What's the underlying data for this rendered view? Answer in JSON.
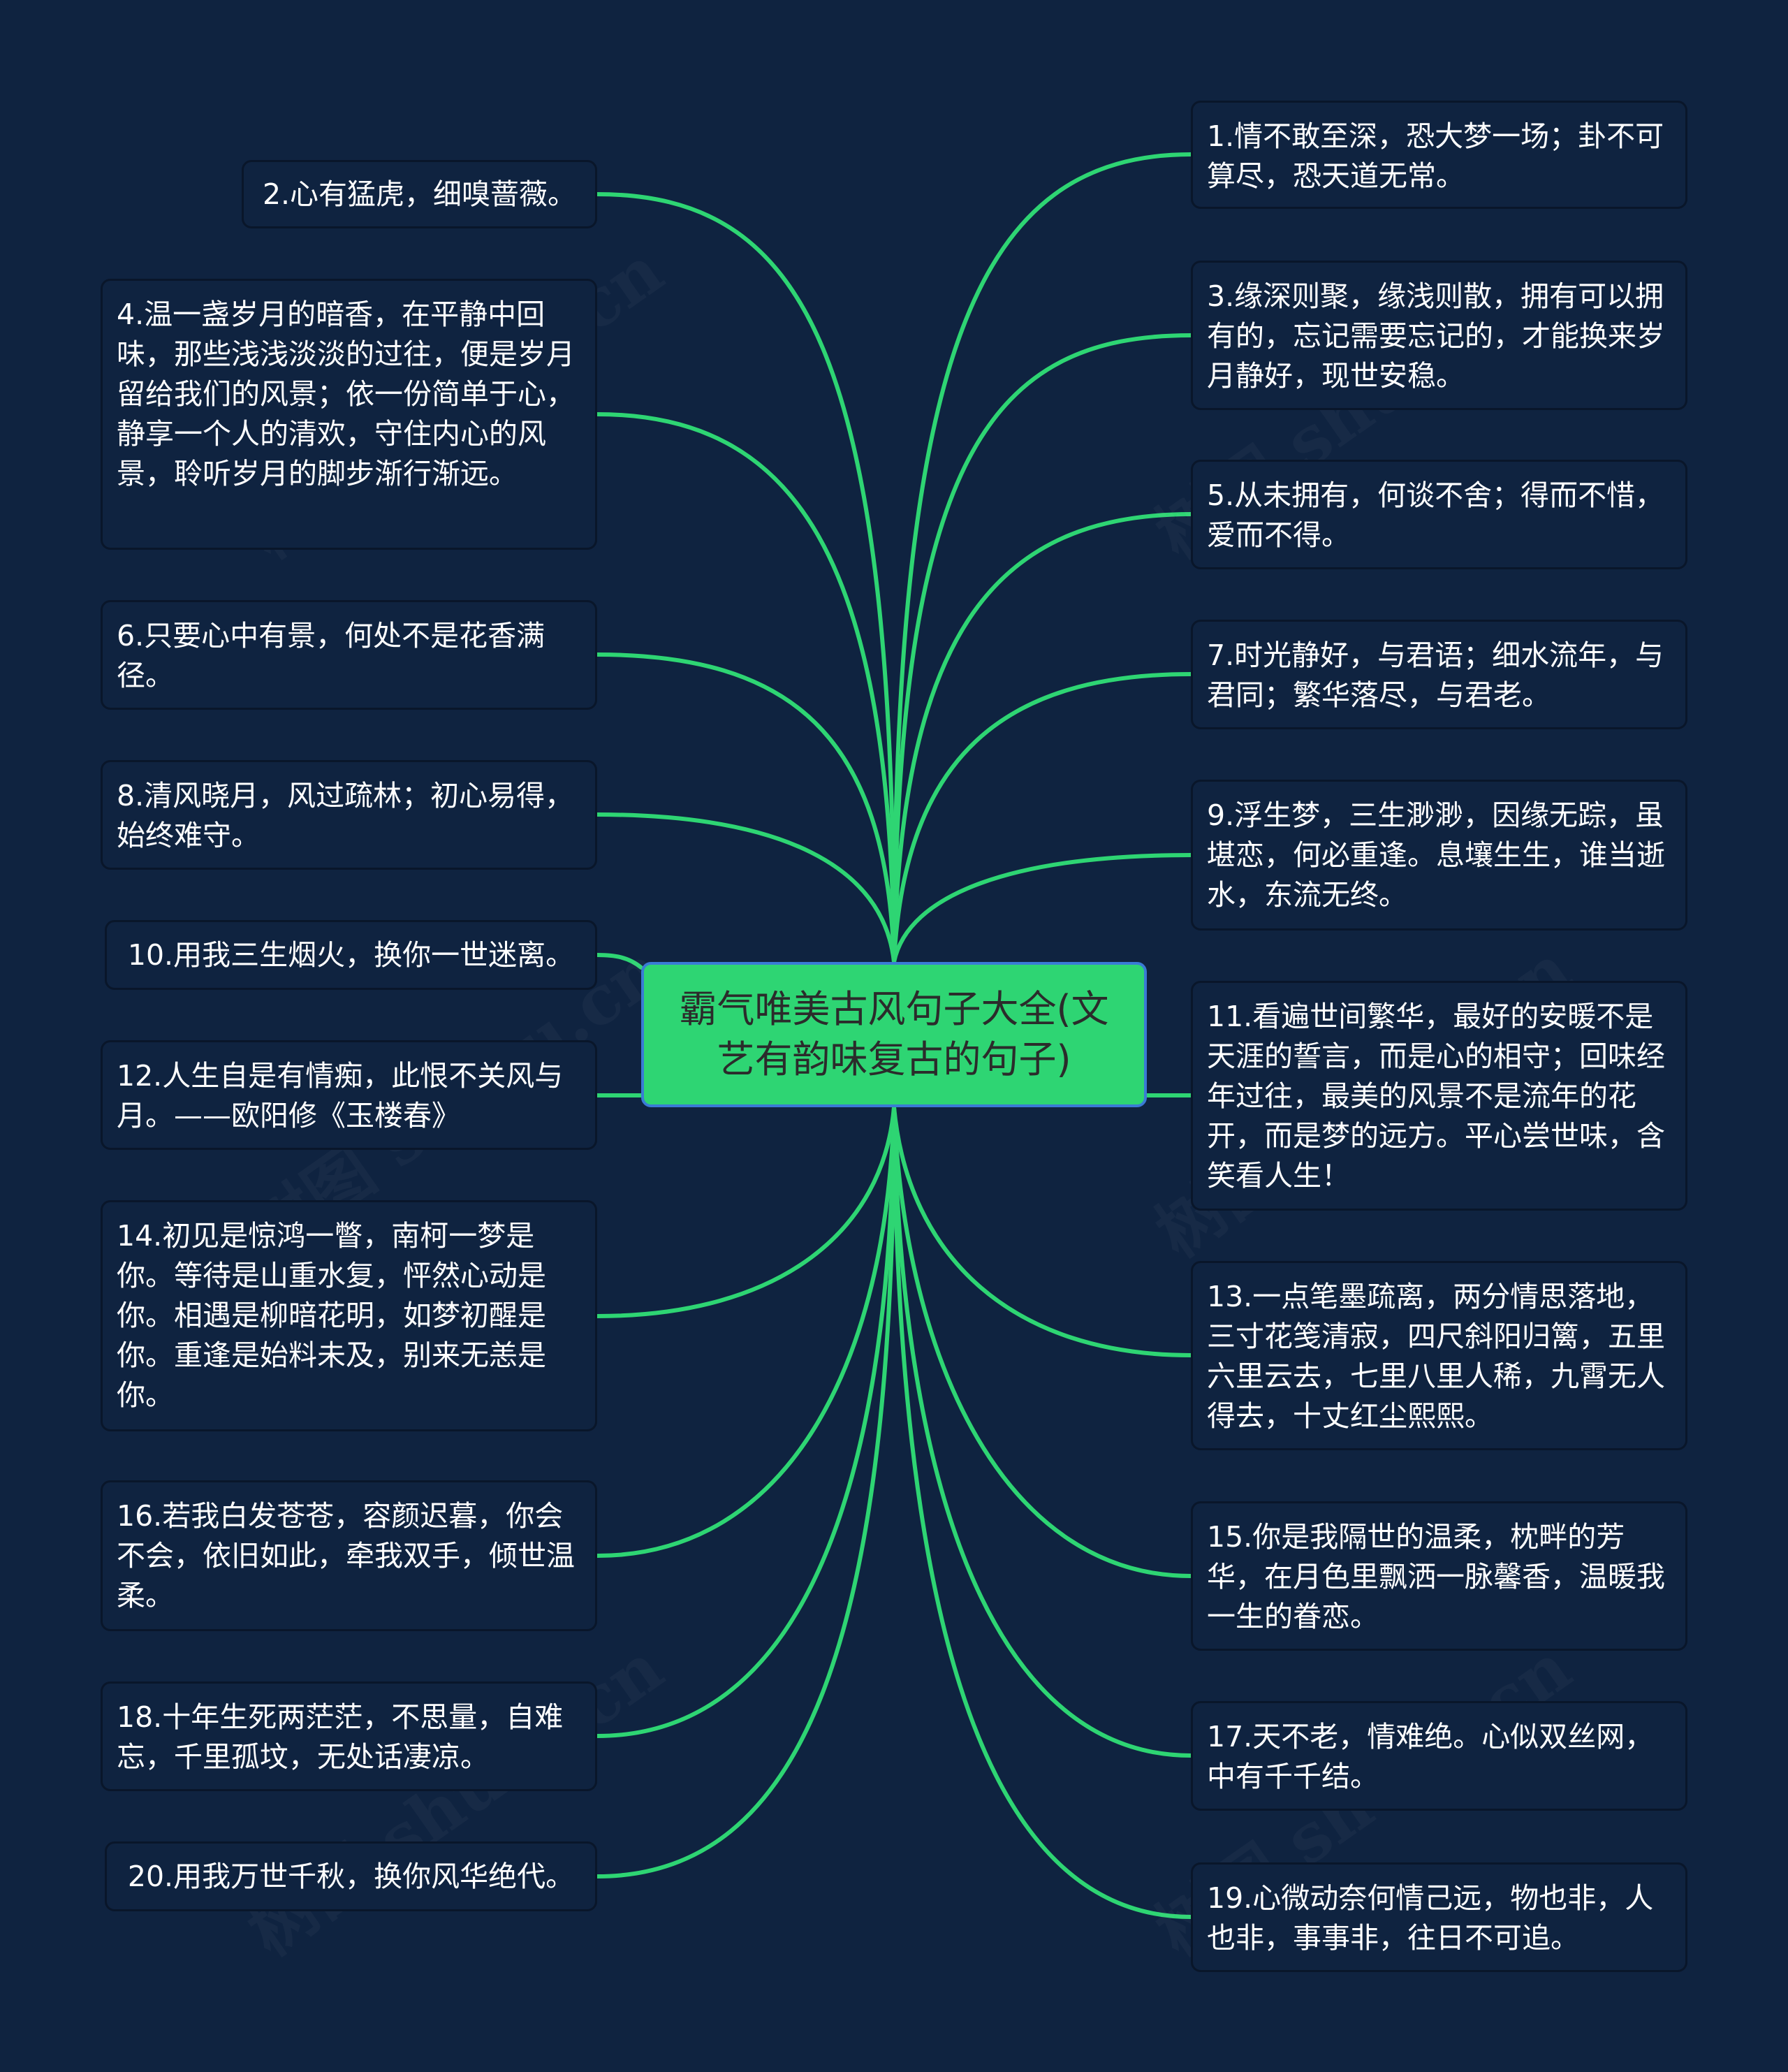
{
  "center": {
    "title": "霸气唯美古风句子大全(文艺有韵味复古的句子)"
  },
  "colors": {
    "background": "#0f2340",
    "connector": "#2ed573",
    "center_fill": "#2ed573",
    "center_border": "#3a7bd5",
    "node_border": "#09162a",
    "node_text": "#ffffff"
  },
  "watermark": "树图 shutu.cn",
  "right_nodes": [
    {
      "text": "1.情不敢至深，恐大梦一场；卦不可算尽，恐天道无常。"
    },
    {
      "text": "3.缘深则聚，缘浅则散，拥有可以拥有的，忘记需要忘记的，才能换来岁月静好，现世安稳。"
    },
    {
      "text": "5.从未拥有，何谈不舍；得而不惜，爱而不得。"
    },
    {
      "text": "7.时光静好，与君语；细水流年，与君同；繁华落尽，与君老。"
    },
    {
      "text": "9.浮生梦，三生渺渺，因缘无踪，虽堪恋，何必重逢。息壤生生，谁当逝水，东流无终。"
    },
    {
      "text": "11.看遍世间繁华，最好的安暖不是天涯的誓言，而是心的相守；回味经年过往，最美的风景不是流年的花开，而是梦的远方。平心尝世味，含笑看人生！"
    },
    {
      "text": "13.一点笔墨疏离，两分情思落地，三寸花笺清寂，四尺斜阳归篱，五里六里云去，七里八里人稀，九霄无人得去，十丈红尘熙熙。"
    },
    {
      "text": "15.你是我隔世的温柔，枕畔的芳华，在月色里飘洒一脉馨香，温暖我一生的眷恋。"
    },
    {
      "text": "17.天不老，情难绝。心似双丝网，中有千千结。"
    },
    {
      "text": "19.心微动奈何情己远，物也非，人也非，事事非，往日不可追。"
    }
  ],
  "left_nodes": [
    {
      "text": "2.心有猛虎，细嗅蔷薇。"
    },
    {
      "text": "4.温一盏岁月的暗香，在平静中回味，那些浅浅淡淡的过往，便是岁月留给我们的风景；依一份简单于心，静享一个人的清欢，守住内心的风景，聆听岁月的脚步渐行渐远。"
    },
    {
      "text": "6.只要心中有景，何处不是花香满径。"
    },
    {
      "text": "8.清风晓月，风过疏林；初心易得，始终难守。"
    },
    {
      "text": "10.用我三生烟火，换你一世迷离。"
    },
    {
      "text": "12.人生自是有情痴，此恨不关风与月。——欧阳修《玉楼春》"
    },
    {
      "text": "14.初见是惊鸿一瞥，南柯一梦是你。等待是山重水复，怦然心动是你。相遇是柳暗花明，如梦初醒是你。重逢是始料未及，别来无恙是你。"
    },
    {
      "text": "16.若我白发苍苍，容颜迟暮，你会不会，依旧如此，牵我双手，倾世温柔。"
    },
    {
      "text": "18.十年生死两茫茫，不思量，自难忘，千里孤坟，无处话凄凉。"
    },
    {
      "text": "20.用我万世千秋，换你风华绝代。"
    }
  ]
}
